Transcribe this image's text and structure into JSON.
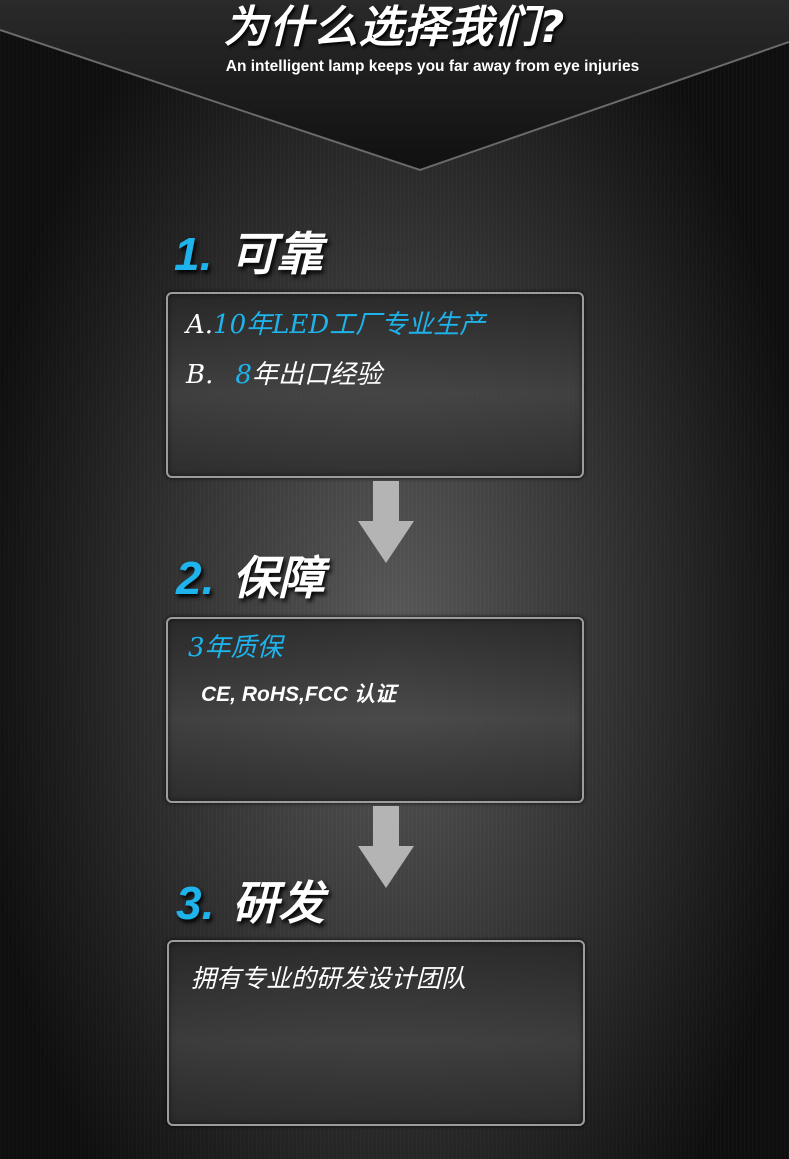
{
  "header": {
    "title": "为什么选择我们?",
    "subtitle": "An intelligent lamp keeps you far away from eye injuries"
  },
  "sections": [
    {
      "number": "1.",
      "name": "可靠",
      "lines": [
        {
          "prefix": "A.",
          "highlight": "10年LED工厂专业生产",
          "rest": ""
        },
        {
          "prefix": "B.",
          "highlight": "8",
          "rest": "年出口经验"
        }
      ]
    },
    {
      "number": "2.",
      "name": "保障",
      "warranty": "3年质保",
      "certification": "CE, RoHS,FCC 认证"
    },
    {
      "number": "3.",
      "name": "研发",
      "description": "拥有专业的研发设计团队"
    }
  ],
  "colors": {
    "accent": "#1fb3ec",
    "text": "#ffffff",
    "box_border": "#9c9c9c",
    "arrow": "#b4b4b4"
  },
  "icons": [
    "down-arrow-icon",
    "down-arrow-icon"
  ]
}
